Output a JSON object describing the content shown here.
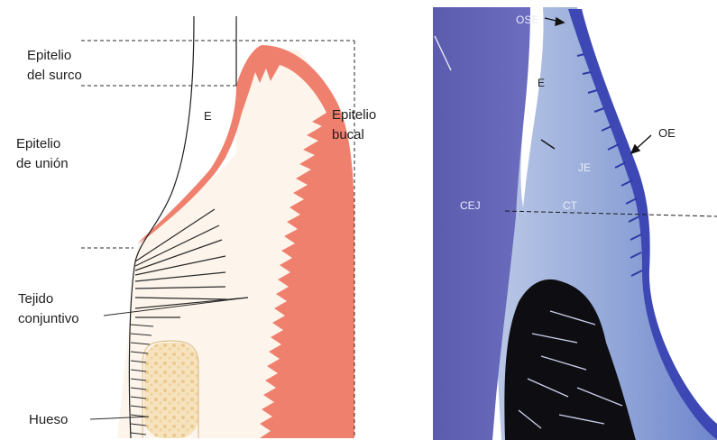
{
  "diagram": {
    "labels": {
      "epitelio_surco": [
        "Epitelio",
        "del surco"
      ],
      "epitelio_union": [
        "Epitelio",
        "de unión"
      ],
      "epitelio_bucal": [
        "Epitelio",
        "bucal"
      ],
      "tejido_conjuntivo": [
        "Tejido",
        "conjuntivo"
      ],
      "hueso": "Hueso",
      "enamel_space": "E"
    }
  },
  "micrograph": {
    "labels": {
      "ose": "OSE",
      "e": "E",
      "oe": "OE",
      "je": "JE",
      "cej": "CEJ",
      "ct": "CT"
    }
  },
  "colors": {
    "epithelium": "#f08070",
    "connective": "#fdf6ef",
    "bone": "#f3dcb0",
    "stain_dark": "#3c46b4",
    "stain_light": "#93a6d6",
    "bone_marrow": "#0e0e12"
  }
}
